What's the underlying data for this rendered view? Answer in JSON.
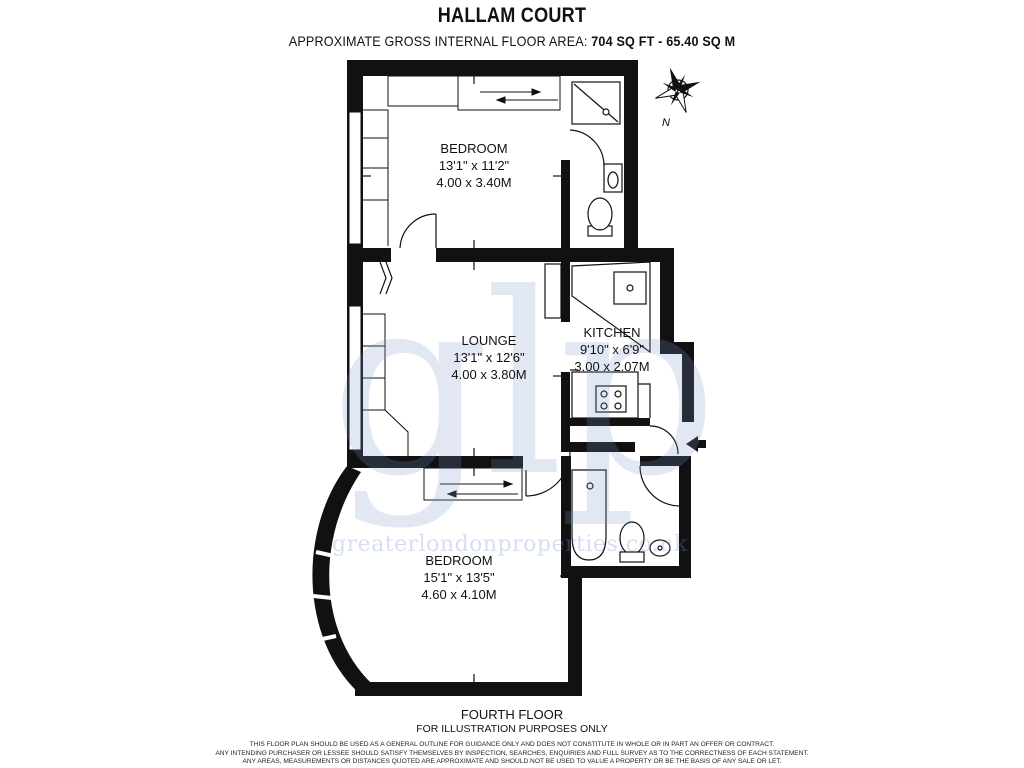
{
  "header": {
    "title": "HALLAM COURT",
    "area_prefix": "APPROXIMATE GROSS INTERNAL FLOOR AREA: ",
    "area_value": "704 SQ FT  -  65.40 SQ M"
  },
  "compass": {
    "north_label": "N"
  },
  "rooms": [
    {
      "name": "BEDROOM",
      "imperial": "13'1\" x 11'2\"",
      "metric": "4.00 x 3.40M"
    },
    {
      "name": "LOUNGE",
      "imperial": "13'1\" x 12'6\"",
      "metric": "4.00 x 3.80M"
    },
    {
      "name": "KITCHEN",
      "imperial": "9'10\" x 6'9\"",
      "metric": "3.00 x 2.07M"
    },
    {
      "name": "BEDROOM",
      "imperial": "15'1\" x 13'5\"",
      "metric": "4.60 x 4.10M"
    }
  ],
  "watermark": {
    "letters": "glp",
    "url": "greaterlondonproperties.co.uk"
  },
  "footer": {
    "floor": "FOURTH FLOOR",
    "illustration": "FOR ILLUSTRATION PURPOSES ONLY",
    "disclaimer": [
      "THIS FLOOR PLAN SHOULD BE USED AS A GENERAL OUTLINE FOR GUIDANCE ONLY AND DOES NOT CONSTITUTE IN WHOLE OR IN PART AN OFFER OR CONTRACT.",
      "ANY INTENDING PURCHASER OR LESSEE SHOULD SATISFY THEMSELVES BY INSPECTION, SEARCHES, ENQUIRIES AND FULL SURVEY AS TO THE CORRECTNESS OF EACH STATEMENT.",
      "ANY AREAS, MEASUREMENTS OR DISTANCES QUOTED ARE APPROXIMATE AND SHOULD NOT BE USED TO VALUE A PROPERTY OR BE THE BASIS OF ANY SALE OR LET."
    ]
  },
  "colors": {
    "wall": "#111111",
    "watermark": "#7896cd"
  }
}
